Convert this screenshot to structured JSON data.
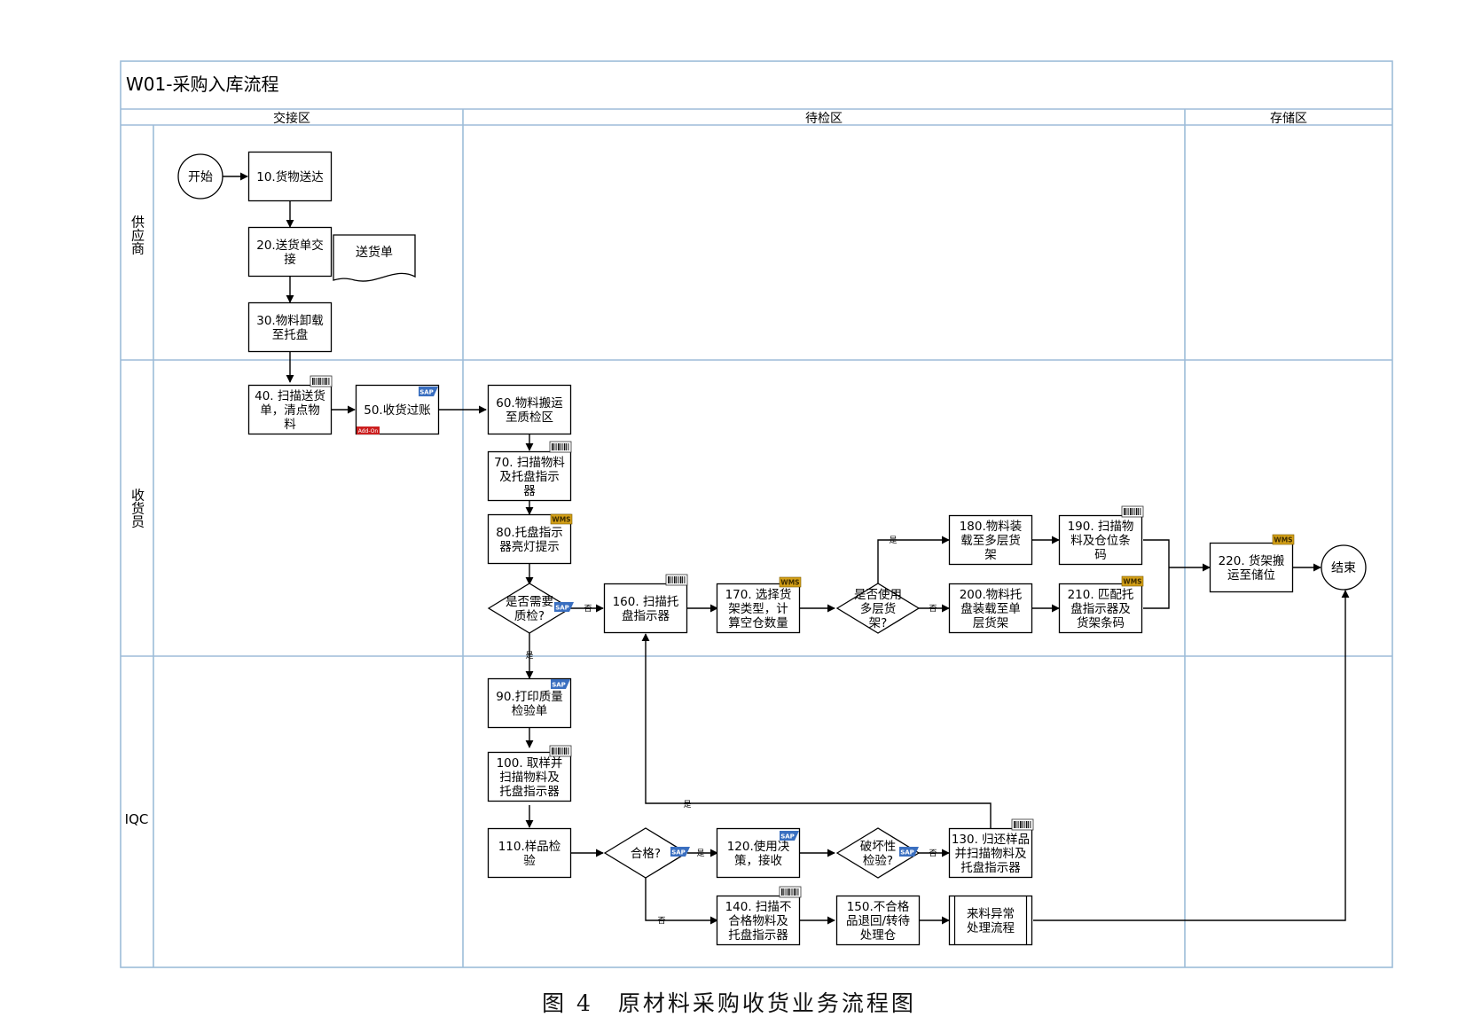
{
  "title": "W01-采购入库流程",
  "zones": [
    "交接区",
    "待检区",
    "存储区"
  ],
  "lanes": [
    "供应商",
    "收货员",
    "IQC"
  ],
  "nodes": {
    "start": "开始",
    "n10": [
      "10.货物送达"
    ],
    "n20": [
      "20.送货单交",
      "接"
    ],
    "doc": "送货单",
    "n30": [
      "30.物料卸载",
      "至托盘"
    ],
    "n40": [
      "40. 扫描送货",
      "单，清点物",
      "料"
    ],
    "n50": [
      "50.收货过账"
    ],
    "n60": [
      "60.物料搬运",
      "至质检区"
    ],
    "n70": [
      "70. 扫描物料",
      "及托盘指示",
      "器"
    ],
    "n80": [
      "80.托盘指示",
      "器亮灯提示"
    ],
    "d_qc": [
      "是否需要",
      "质检?"
    ],
    "n160": [
      "160. 扫描托",
      "盘指示器"
    ],
    "n170": [
      "170. 选择货",
      "架类型，计",
      "算空仓数量"
    ],
    "d_multi": [
      "是否使用",
      "多层货",
      "架?"
    ],
    "n180": [
      "180.物料装",
      "载至多层货",
      "架"
    ],
    "n190": [
      "190. 扫描物",
      "料及仓位条",
      "码"
    ],
    "n200": [
      "200.物料托",
      "盘装载至单",
      "层货架"
    ],
    "n210": [
      "210. 匹配托",
      "盘指示器及",
      "货架条码"
    ],
    "n220": [
      "220. 货架搬",
      "运至储位"
    ],
    "end": "结束",
    "n90": [
      "90.打印质量",
      "检验单"
    ],
    "n100": [
      "100. 取样并",
      "扫描物料及",
      "托盘指示器"
    ],
    "n110": [
      "110.样品检",
      "验"
    ],
    "d_pass": [
      "合格?"
    ],
    "n120": [
      "120.使用决",
      "策，接收"
    ],
    "d_destr": [
      "破坏性",
      "检验?"
    ],
    "n130": [
      "130. 归还样品",
      "并扫描物料及",
      "托盘指示器"
    ],
    "n140": [
      "140. 扫描不",
      "合格物料及",
      "托盘指示器"
    ],
    "n150": [
      "150.不合格",
      "品退回/转待",
      "处理仓"
    ],
    "n_exc": [
      "来料异常",
      "处理流程"
    ]
  },
  "edge_labels": {
    "yes": "是",
    "no": "否"
  },
  "badges": {
    "sap": "SAP",
    "wms": "WMS",
    "addon": "Add-On"
  },
  "caption": {
    "figure": "图 4",
    "text": "原材料采购收货业务流程图"
  },
  "colors": {
    "line": "#000000",
    "frame": "#9dbcd8",
    "sap": "#3a6fc0",
    "wms": "#d4a017",
    "addon": "#cc1f1f"
  }
}
